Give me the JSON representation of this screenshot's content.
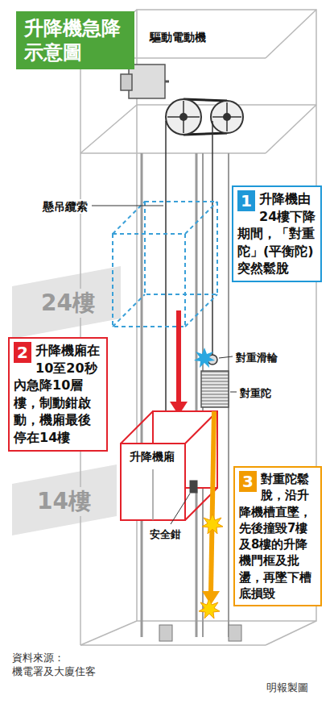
{
  "diagram": {
    "title": "升降機急降 示意圖",
    "nodes": [
      {
        "text": [
          "1",
          "升降機由24樓下降期間，「對重陀」(平衡陀)突然鬆脫"
        ]
      },
      {
        "text": [
          "2",
          "升降機廂在10至20秒內急降10層樓，制動鉗啟動，機廂最後停在14樓"
        ]
      },
      {
        "text": [
          "3",
          "對重陀鬆脫，沿升降機槽直墜，先後撞毀7樓及8樓的升降機門框及批盪，再墜下槽底損毀"
        ]
      }
    ],
    "labels": [
      "驅動電動機",
      "懸吊纜索",
      "24樓",
      "14樓",
      "對重滑輪",
      "對重陀",
      "升降機廂",
      "安全鉗",
      "資料來源： 機電署及大廈住客",
      "明報製圖"
    ]
  }
}
